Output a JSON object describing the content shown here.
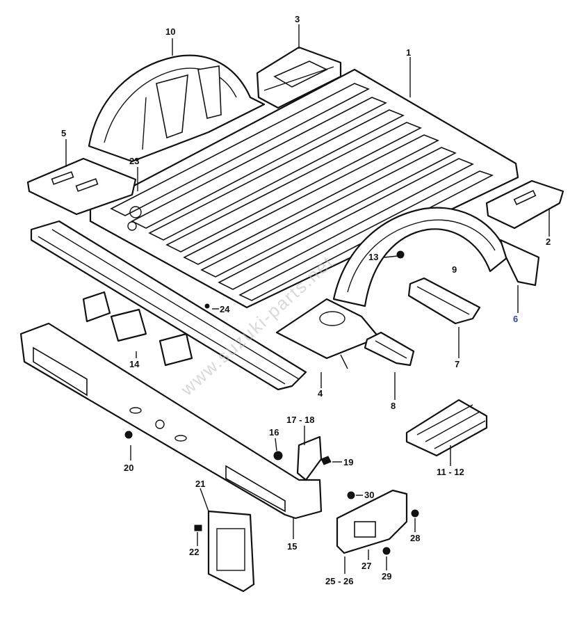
{
  "watermark": "www.suzuki-parts.net",
  "callouts": {
    "c1": "1",
    "c2": "2",
    "c3": "3",
    "c4": "4",
    "c5": "5",
    "c6": "6",
    "c7": "7",
    "c8": "8",
    "c9": "9",
    "c10": "10",
    "c11": "11 - 12",
    "c13": "13",
    "c14": "14",
    "c15": "15",
    "c16": "16",
    "c17": "17 - 18",
    "c19": "19",
    "c20": "20",
    "c21": "21",
    "c22": "22",
    "c23": "23",
    "c24": "24",
    "c25": "25 - 26",
    "c27": "27",
    "c28": "28",
    "c29": "29",
    "c30": "30"
  },
  "colors": {
    "line": "#111111",
    "highlight_callout": "#2a4aa8",
    "watermark": "#b9b9b9"
  }
}
